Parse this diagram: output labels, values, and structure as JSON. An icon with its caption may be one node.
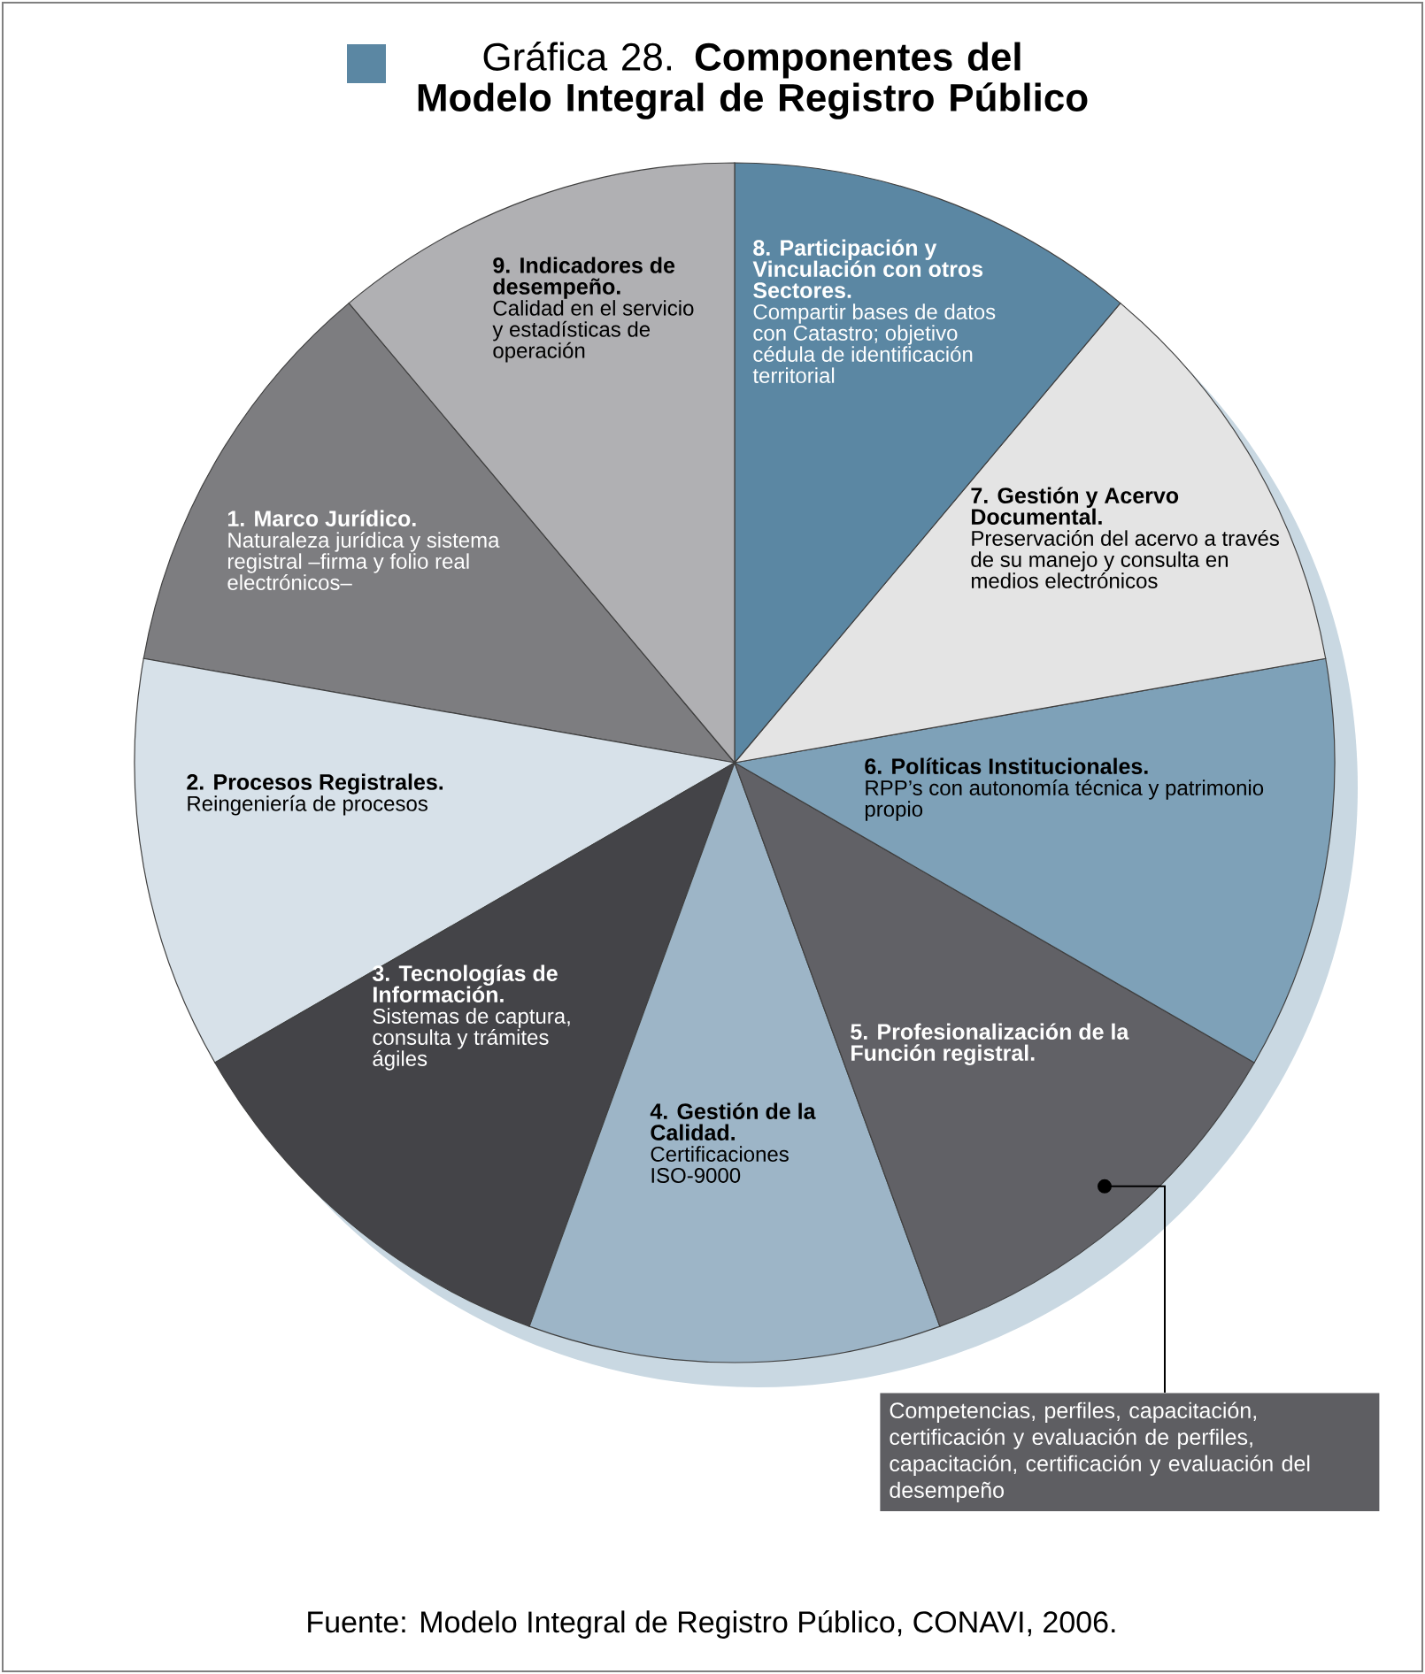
{
  "diagram": {
    "title": "Gráfica 28. **Componentes del Modelo Integral de Registro Público**",
    "caption": "Fuente: Modelo Integral de Registro Público, CONAVI, 2006.",
    "nodes": [
      {
        "text": [
          "1. Marco Jurídico.",
          "Naturaleza jurídica y sistema registral –firma y folio real electrónicos–"
        ]
      },
      {
        "text": [
          "2. Procesos Registrales.",
          "Reingeniería de procesos"
        ]
      },
      {
        "text": [
          "3. Tecnologías de Información.",
          "Sistemas de captura, consulta y trámites ágiles"
        ]
      },
      {
        "text": [
          "4. Gestión de la Calidad.",
          "Certificaciones ISO-9000"
        ]
      },
      {
        "text": [
          "5. Profesionalización de la Función registral."
        ]
      },
      {
        "text": [
          "6. Políticas Institucionales.",
          "RPP’s con autonomía técnica y patrimonio propio"
        ]
      },
      {
        "text": [
          "7. Gestión y Acervo Documental.",
          "Preservación del acervo a través de su manejo y consulta en medios electrónicos"
        ]
      },
      {
        "text": [
          "8. Participación y Vinculación con otros Sectores.",
          "Compartir bases de datos con Catastro; objetivo cédula de identificación territorial"
        ]
      },
      {
        "text": [
          "9. Indicadores de desempeño.",
          "Calidad en el servicio y estadísticas de operación"
        ]
      },
      {
        "text": [
          "Competencias, perfiles, capacitación, certificación y evaluación de perfiles, capacitación, certificación y evaluación del desempeño"
        ]
      }
    ],
    "edges": [
      {
        "from": 9,
        "to": 4,
        "arrow": "other"
      }
    ]
  }
}
